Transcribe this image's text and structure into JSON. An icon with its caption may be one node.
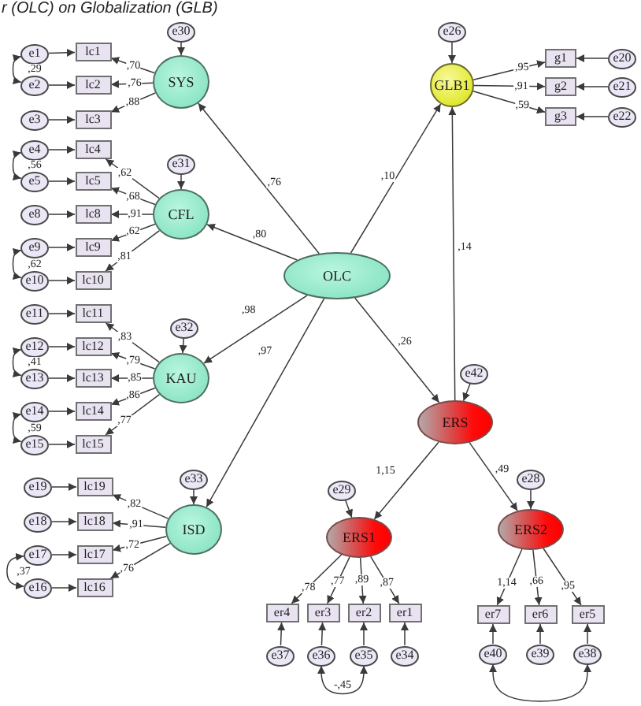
{
  "diagram": {
    "title": "r (OLC) on Globalization (GLB)",
    "nodes": [
      {
        "text": [
          "e30"
        ]
      },
      {
        "text": [
          "SYS"
        ]
      },
      {
        "text": [
          "e1"
        ]
      },
      {
        "text": [
          "lc1"
        ]
      },
      {
        "text": [
          "e2"
        ]
      },
      {
        "text": [
          "lc2"
        ]
      },
      {
        "text": [
          "e3"
        ]
      },
      {
        "text": [
          "lc3"
        ]
      },
      {
        "text": [
          "e31"
        ]
      },
      {
        "text": [
          "CFL"
        ]
      },
      {
        "text": [
          "e4"
        ]
      },
      {
        "text": [
          "lc4"
        ]
      },
      {
        "text": [
          "e5"
        ]
      },
      {
        "text": [
          "lc5"
        ]
      },
      {
        "text": [
          "e8"
        ]
      },
      {
        "text": [
          "lc8"
        ]
      },
      {
        "text": [
          "e9"
        ]
      },
      {
        "text": [
          "lc9"
        ]
      },
      {
        "text": [
          "e10"
        ]
      },
      {
        "text": [
          "lc10"
        ]
      },
      {
        "text": [
          "e32"
        ]
      },
      {
        "text": [
          "KAU"
        ]
      },
      {
        "text": [
          "e11"
        ]
      },
      {
        "text": [
          "lc11"
        ]
      },
      {
        "text": [
          "e12"
        ]
      },
      {
        "text": [
          "lc12"
        ]
      },
      {
        "text": [
          "e13"
        ]
      },
      {
        "text": [
          "lc13"
        ]
      },
      {
        "text": [
          "e14"
        ]
      },
      {
        "text": [
          "lc14"
        ]
      },
      {
        "text": [
          "e15"
        ]
      },
      {
        "text": [
          "lc15"
        ]
      },
      {
        "text": [
          "e33"
        ]
      },
      {
        "text": [
          "ISD"
        ]
      },
      {
        "text": [
          "e19"
        ]
      },
      {
        "text": [
          "lc19"
        ]
      },
      {
        "text": [
          "e18"
        ]
      },
      {
        "text": [
          "lc18"
        ]
      },
      {
        "text": [
          "e17"
        ]
      },
      {
        "text": [
          "lc17"
        ]
      },
      {
        "text": [
          "e16"
        ]
      },
      {
        "text": [
          "lc16"
        ]
      },
      {
        "text": [
          "OLC"
        ]
      },
      {
        "text": [
          "e26"
        ]
      },
      {
        "text": [
          "GLB1"
        ]
      },
      {
        "text": [
          "g1"
        ]
      },
      {
        "text": [
          "e20"
        ]
      },
      {
        "text": [
          "g2"
        ]
      },
      {
        "text": [
          "e21"
        ]
      },
      {
        "text": [
          "g3"
        ]
      },
      {
        "text": [
          "e22"
        ]
      },
      {
        "text": [
          "e42"
        ]
      },
      {
        "text": [
          "ERS"
        ]
      },
      {
        "text": [
          "e29"
        ]
      },
      {
        "text": [
          "ERS1"
        ]
      },
      {
        "text": [
          "e28"
        ]
      },
      {
        "text": [
          "ERS2"
        ]
      },
      {
        "text": [
          "er4"
        ]
      },
      {
        "text": [
          "er3"
        ]
      },
      {
        "text": [
          "er2"
        ]
      },
      {
        "text": [
          "er1"
        ]
      },
      {
        "text": [
          "er7"
        ]
      },
      {
        "text": [
          "er6"
        ]
      },
      {
        "text": [
          "er5"
        ]
      },
      {
        "text": [
          "e37"
        ]
      },
      {
        "text": [
          "e36"
        ]
      },
      {
        "text": [
          "e35"
        ]
      },
      {
        "text": [
          "e34"
        ]
      },
      {
        "text": [
          "e40"
        ]
      },
      {
        "text": [
          "e39"
        ]
      },
      {
        "text": [
          "e38"
        ]
      }
    ],
    "edges": [
      {
        "from": 42,
        "to": 1,
        "arrow": "to",
        "label": ",76"
      },
      {
        "from": 42,
        "to": 9,
        "arrow": "to",
        "label": ",80"
      },
      {
        "from": 42,
        "to": 21,
        "arrow": "to",
        "label": ",98"
      },
      {
        "from": 42,
        "to": 33,
        "arrow": "to",
        "label": ",97"
      },
      {
        "from": 42,
        "to": 44,
        "arrow": "to",
        "label": ",10"
      },
      {
        "from": 42,
        "to": 52,
        "arrow": "to",
        "label": ",26"
      },
      {
        "from": 52,
        "to": 44,
        "arrow": "to",
        "label": ",14"
      },
      {
        "from": 52,
        "to": 54,
        "arrow": "to",
        "label": "1,15"
      },
      {
        "from": 52,
        "to": 56,
        "arrow": "to",
        "label": ",49"
      },
      {
        "from": 1,
        "to": 3,
        "arrow": "to",
        "label": ",70"
      },
      {
        "from": 1,
        "to": 5,
        "arrow": "to",
        "label": ",76"
      },
      {
        "from": 1,
        "to": 7,
        "arrow": "to",
        "label": ",88"
      },
      {
        "from": 9,
        "to": 11,
        "arrow": "to",
        "label": ",62"
      },
      {
        "from": 9,
        "to": 13,
        "arrow": "to",
        "label": ",68"
      },
      {
        "from": 9,
        "to": 15,
        "arrow": "to",
        "label": ",91"
      },
      {
        "from": 9,
        "to": 17,
        "arrow": "to",
        "label": ",62"
      },
      {
        "from": 9,
        "to": 19,
        "arrow": "to",
        "label": ",81"
      },
      {
        "from": 21,
        "to": 23,
        "arrow": "to",
        "label": ",83"
      },
      {
        "from": 21,
        "to": 25,
        "arrow": "to",
        "label": ",79"
      },
      {
        "from": 21,
        "to": 27,
        "arrow": "to",
        "label": ",85"
      },
      {
        "from": 21,
        "to": 29,
        "arrow": "to",
        "label": ",86"
      },
      {
        "from": 21,
        "to": 31,
        "arrow": "to",
        "label": ",77"
      },
      {
        "from": 33,
        "to": 35,
        "arrow": "to",
        "label": ",82"
      },
      {
        "from": 33,
        "to": 37,
        "arrow": "to",
        "label": ",91"
      },
      {
        "from": 33,
        "to": 39,
        "arrow": "to",
        "label": ",72"
      },
      {
        "from": 33,
        "to": 41,
        "arrow": "to",
        "label": ",76"
      },
      {
        "from": 44,
        "to": 45,
        "arrow": "to",
        "label": ",95"
      },
      {
        "from": 44,
        "to": 47,
        "arrow": "to",
        "label": ",91"
      },
      {
        "from": 44,
        "to": 49,
        "arrow": "to",
        "label": ",59"
      },
      {
        "from": 54,
        "to": 57,
        "arrow": "to",
        "label": ",78"
      },
      {
        "from": 54,
        "to": 58,
        "arrow": "to",
        "label": ",77"
      },
      {
        "from": 54,
        "to": 59,
        "arrow": "to",
        "label": ",89"
      },
      {
        "from": 54,
        "to": 60,
        "arrow": "to",
        "label": ",87"
      },
      {
        "from": 56,
        "to": 61,
        "arrow": "to",
        "label": "1,14"
      },
      {
        "from": 56,
        "to": 62,
        "arrow": "to",
        "label": ",66"
      },
      {
        "from": 56,
        "to": 63,
        "arrow": "to",
        "label": ",95"
      },
      {
        "from": 0,
        "to": 1,
        "arrow": "to"
      },
      {
        "from": 2,
        "to": 3,
        "arrow": "to"
      },
      {
        "from": 4,
        "to": 5,
        "arrow": "to"
      },
      {
        "from": 6,
        "to": 7,
        "arrow": "to"
      },
      {
        "from": 8,
        "to": 9,
        "arrow": "to"
      },
      {
        "from": 10,
        "to": 11,
        "arrow": "to"
      },
      {
        "from": 12,
        "to": 13,
        "arrow": "to"
      },
      {
        "from": 14,
        "to": 15,
        "arrow": "to"
      },
      {
        "from": 16,
        "to": 17,
        "arrow": "to"
      },
      {
        "from": 18,
        "to": 19,
        "arrow": "to"
      },
      {
        "from": 20,
        "to": 21,
        "arrow": "to"
      },
      {
        "from": 22,
        "to": 23,
        "arrow": "to"
      },
      {
        "from": 24,
        "to": 25,
        "arrow": "to"
      },
      {
        "from": 26,
        "to": 27,
        "arrow": "to"
      },
      {
        "from": 28,
        "to": 29,
        "arrow": "to"
      },
      {
        "from": 30,
        "to": 31,
        "arrow": "to"
      },
      {
        "from": 32,
        "to": 33,
        "arrow": "to"
      },
      {
        "from": 34,
        "to": 35,
        "arrow": "to"
      },
      {
        "from": 36,
        "to": 37,
        "arrow": "to"
      },
      {
        "from": 38,
        "to": 39,
        "arrow": "to"
      },
      {
        "from": 40,
        "to": 41,
        "arrow": "to"
      },
      {
        "from": 43,
        "to": 44,
        "arrow": "to"
      },
      {
        "from": 46,
        "to": 45,
        "arrow": "to"
      },
      {
        "from": 48,
        "to": 47,
        "arrow": "to"
      },
      {
        "from": 50,
        "to": 49,
        "arrow": "to"
      },
      {
        "from": 51,
        "to": 52,
        "arrow": "to"
      },
      {
        "from": 53,
        "to": 54,
        "arrow": "to"
      },
      {
        "from": 55,
        "to": 56,
        "arrow": "to"
      },
      {
        "from": 64,
        "to": 57,
        "arrow": "to"
      },
      {
        "from": 65,
        "to": 58,
        "arrow": "to"
      },
      {
        "from": 66,
        "to": 59,
        "arrow": "to"
      },
      {
        "from": 67,
        "to": 60,
        "arrow": "to"
      },
      {
        "from": 68,
        "to": 61,
        "arrow": "to"
      },
      {
        "from": 69,
        "to": 62,
        "arrow": "to"
      },
      {
        "from": 70,
        "to": 63,
        "arrow": "to"
      },
      {
        "from": 2,
        "to": 4,
        "arrow": "both",
        "label": ",29"
      },
      {
        "from": 10,
        "to": 12,
        "arrow": "both",
        "label": ",56"
      },
      {
        "from": 16,
        "to": 18,
        "arrow": "both",
        "label": ",62"
      },
      {
        "from": 24,
        "to": 26,
        "arrow": "both",
        "label": ",41"
      },
      {
        "from": 28,
        "to": 30,
        "arrow": "both",
        "label": ",59"
      },
      {
        "from": 38,
        "to": 40,
        "arrow": "both",
        "label": ",37"
      },
      {
        "from": 65,
        "to": 66,
        "arrow": "both",
        "label": "-,45"
      },
      {
        "from": 68,
        "to": 70,
        "arrow": "both"
      }
    ]
  }
}
